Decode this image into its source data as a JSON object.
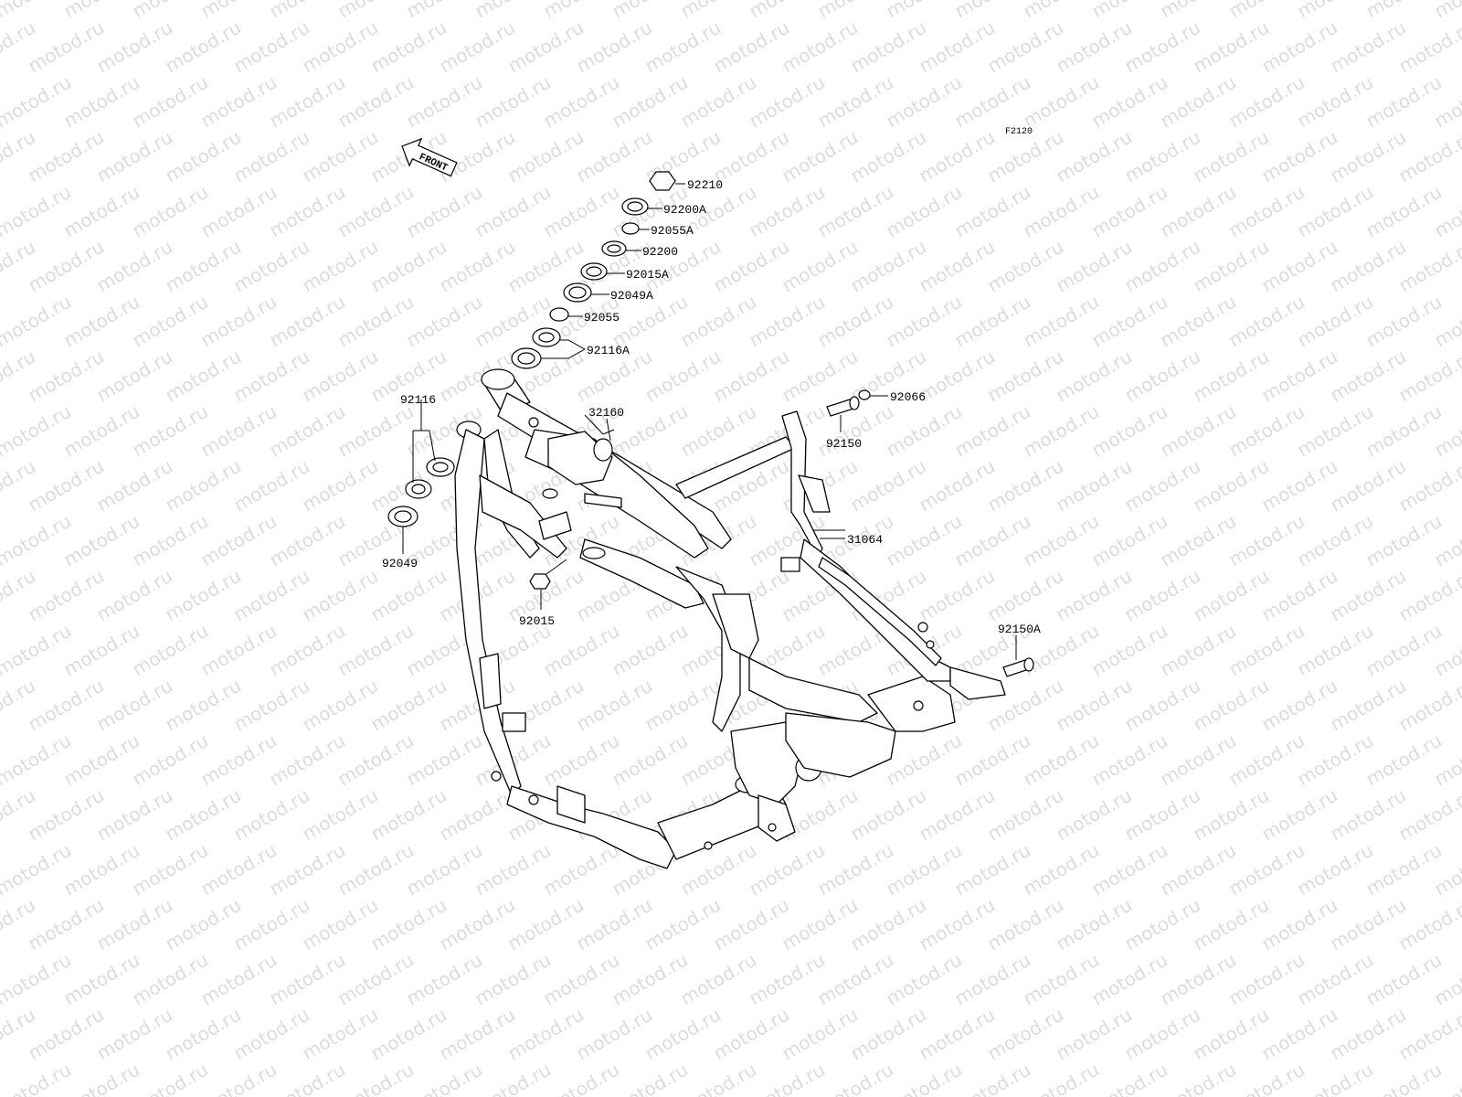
{
  "diagram": {
    "code": "F2120",
    "front_label": "FRONT",
    "watermark": "motod.ru",
    "parts": [
      {
        "id": "92210",
        "label": "92210"
      },
      {
        "id": "92200A",
        "label": "92200A"
      },
      {
        "id": "92055A",
        "label": "92055A"
      },
      {
        "id": "92200",
        "label": "92200"
      },
      {
        "id": "92015A",
        "label": "92015A"
      },
      {
        "id": "92049A",
        "label": "92049A"
      },
      {
        "id": "92055",
        "label": "92055"
      },
      {
        "id": "92116A",
        "label": "92116A"
      },
      {
        "id": "92116",
        "label": "92116"
      },
      {
        "id": "92049",
        "label": "92049"
      },
      {
        "id": "32160",
        "label": "32160"
      },
      {
        "id": "92015",
        "label": "92015"
      },
      {
        "id": "92066",
        "label": "92066"
      },
      {
        "id": "92150",
        "label": "92150"
      },
      {
        "id": "31064",
        "label": "31064"
      },
      {
        "id": "92150A",
        "label": "92150A"
      }
    ]
  }
}
